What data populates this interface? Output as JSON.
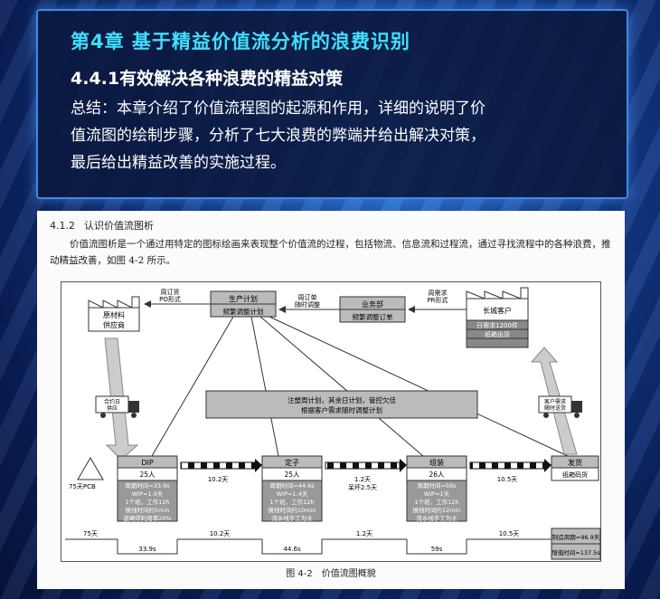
{
  "header": {
    "chapter_title": "第4章 基于精益价值流分析的浪费识别",
    "section_title": "4.4.1有效解决各种浪费的精益对策",
    "summary_lines": [
      "总结：本章介绍了价值流程图的起源和作用，详细的说明了价",
      "值流图的绘制步骤，分析了七大浪费的弊端并给出解决对策，",
      "最后给出精益改善的实施过程。"
    ]
  },
  "doc": {
    "section_number": "4.1.2",
    "section_title": "认识价值流图析",
    "paragraph": "价值流图析是一个通过用特定的图标绘画来表现整个价值流的过程，包括物流、信息流和过程流，通过寻找流程中的各种浪费，推动精益改善，如图 4-2 所示。",
    "figure_caption": "图 4-2　价值流图概貌"
  },
  "vsm": {
    "supplier": {
      "line1": "原材料",
      "line2": "供应商"
    },
    "customer": {
      "name": "长城客户",
      "data": [
        "日需求1200件",
        "纸箱出货"
      ]
    },
    "production_control": {
      "title": "生产计划",
      "sub": "频繁调整计划"
    },
    "sales": {
      "title": "业务部",
      "sub": "频繁调整订单"
    },
    "info_to_supplier": {
      "line1": "周订货",
      "line2": "PO形式"
    },
    "info_from_sales": {
      "line1": "周订单",
      "line2": "随时调整"
    },
    "info_from_customer": {
      "line1": "周需求",
      "line2": "PR形式"
    },
    "schedule_box": {
      "line1": "注塑周计划，其余日计划，管控欠佳",
      "line2": "根据客户需求随时调整计划"
    },
    "truck_in_label": {
      "line1": "合约日",
      "line2": "供应"
    },
    "truck_out_label": {
      "line1": "客户需求",
      "line2": "随时送货"
    },
    "supplier_inventory": "75天PCB",
    "processes": [
      {
        "name": "DIP",
        "operators": "25人",
        "data": [
          "周期时间=33.9s",
          "WIP=1.9天",
          "1个班，工作12h",
          "换线时间约5min",
          "波峰焊利用率20%"
        ]
      },
      {
        "name": "定子",
        "operators": "25人",
        "data": [
          "周期时间=44.6s",
          "WIP=1.4天",
          "1个班，工作12h",
          "换线时间约10min",
          "流水线手工为主"
        ]
      },
      {
        "name": "组装",
        "operators": "26人",
        "data": [
          "周期时间=59s",
          "WIP=1天",
          "1个班，工作12h",
          "换线时间约12min",
          "流水线手工为主"
        ]
      },
      {
        "name": "发货",
        "operators": "纸箱码货",
        "data": []
      }
    ],
    "inventories": [
      {
        "line1": "10.2天",
        "line2": ""
      },
      {
        "line1": "1.2天",
        "line2": "呆坏2.5天"
      },
      {
        "line1": "10.5天",
        "line2": ""
      }
    ],
    "timeline": {
      "days": [
        "75天",
        "10.2天",
        "1.2天",
        "10.5天"
      ],
      "times": [
        "33.9s",
        "44.6s",
        "59s"
      ],
      "lead_time": "制造周期=96.9天",
      "value_time": "增值时间=137.5s"
    }
  }
}
